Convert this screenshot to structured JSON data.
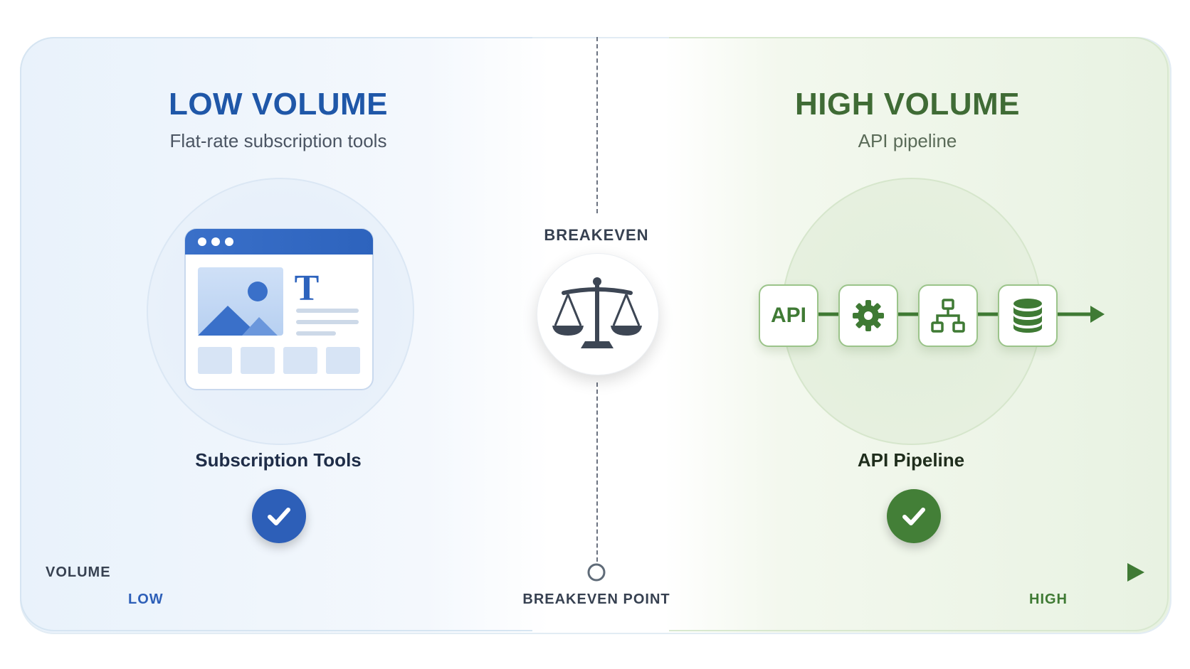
{
  "left": {
    "title": "LOW VOLUME",
    "subtitle": "Flat-rate subscription tools",
    "caption": "Subscription Tools",
    "color": "#1f57a8"
  },
  "right": {
    "title": "HIGH VOLUME",
    "subtitle": "API pipeline",
    "caption": "API Pipeline",
    "api_label": "API",
    "color": "#3f7a34"
  },
  "center": {
    "label": "BREAKEVEN"
  },
  "axis": {
    "label": "VOLUME",
    "low": "LOW",
    "mid": "BREAKEVEN POINT",
    "high": "HIGH"
  }
}
